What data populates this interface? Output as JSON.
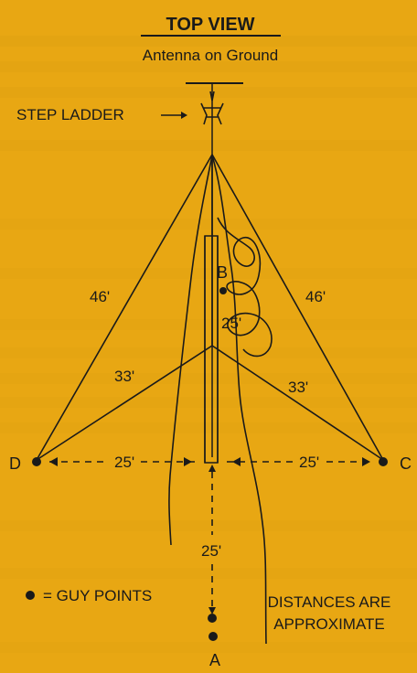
{
  "title": "TOP VIEW",
  "subtitle": "Antenna on Ground",
  "step_ladder_label": "STEP LADDER",
  "point_labels": {
    "a": "A",
    "b": "B",
    "c": "C",
    "d": "D"
  },
  "distances": {
    "left_diagonal": "46'",
    "right_diagonal": "46'",
    "left_guy": "33'",
    "right_guy": "33'",
    "mast_section": "25'",
    "left_span": "25'",
    "right_span": "25'",
    "down_span": "25'"
  },
  "legend": {
    "guy_points": "= GUY POINTS",
    "distances_note_line1": "DISTANCES ARE",
    "distances_note_line2": "APPROXIMATE"
  },
  "colors": {
    "background": "#e8a713",
    "ink": "#1a1a1a"
  }
}
